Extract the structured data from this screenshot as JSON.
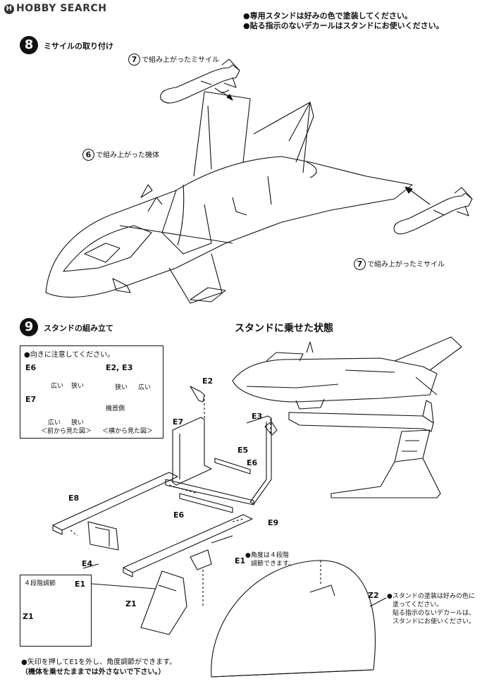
{
  "watermark": "HOBBY SEARCH",
  "header_notes": [
    "●専用スタンドは好みの色で塗装してください。",
    "●貼る指示のないデカールはスタンドにお使いください。"
  ],
  "step8": {
    "number": "8",
    "title": "ミサイルの取り付け",
    "missile_top": {
      "ref": "7",
      "text": "で組み上がったミサイル"
    },
    "body": {
      "ref": "6",
      "text": "で組み上がった機体"
    },
    "missile_bottom": {
      "ref": "7",
      "text": "で組み上がったミサイル"
    }
  },
  "step9": {
    "number": "9",
    "title": "スタンドの組み立て",
    "mounted_title": "スタンドに乗せた状態",
    "orientation_box": {
      "note": "●向きに注意してください。",
      "e6_label": "E6",
      "e6_wide": "広い",
      "e6_narrow": "狭い",
      "e23_label": "E2, E3",
      "e23_narrow": "狭い",
      "e23_wide": "広い",
      "nose_side": "機首側",
      "e7_label": "E7",
      "e7_wide": "広い",
      "e7_narrow": "狭い",
      "front_view": "＜前から見た図＞",
      "side_view": "＜横から見た図＞"
    },
    "part_labels": {
      "E2": "E2",
      "E3": "E3",
      "E7": "E7",
      "E5": "E5",
      "E6a": "E6",
      "E6b": "E6",
      "E8": "E8",
      "E9": "E9",
      "E4": "E4",
      "E1": "E1",
      "Z1": "Z1",
      "Z2": "Z2"
    },
    "angle_note": [
      "●角度は４段階",
      "調節できます。"
    ],
    "adjust_box": {
      "title": "４段階調節",
      "e1": "E1",
      "z1": "Z1"
    },
    "paint_note": [
      "●スタンドの塗装は好みの色に",
      "塗ってください。",
      "貼る指示のないデカールは、",
      "スタンドにお使いください。"
    ],
    "release_note": [
      "●矢印を押してE1を外し、角度調節ができます。",
      "（機体を乗せたままでは外さないで下さい。）"
    ]
  }
}
